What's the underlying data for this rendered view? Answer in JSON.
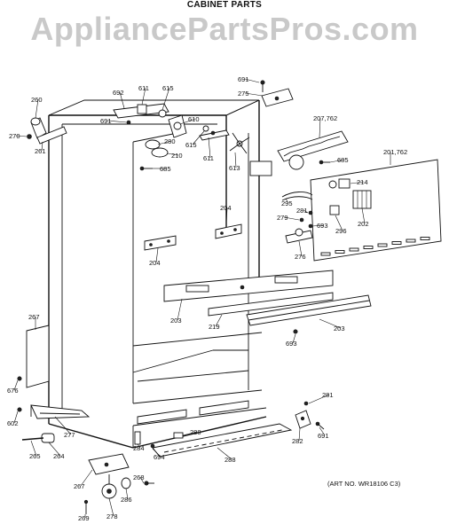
{
  "title": "CABINET PARTS",
  "watermark": "AppliancePartsPros.com",
  "art_no": "(ART NO. WR18106 C3)",
  "labels": {
    "l691a": "691",
    "l275": "275",
    "l692": "692",
    "l611a": "611",
    "l615a": "615",
    "l260": "260",
    "l691b": "691",
    "l610": "610",
    "l207_762": "207,762",
    "l270": "270",
    "l615b": "615",
    "l280": "280",
    "l611b": "611",
    "l261": "261",
    "l210": "210",
    "l613": "613",
    "l685a": "685",
    "l685b": "685",
    "l201_762": "201,762",
    "l214": "214",
    "l295": "295",
    "l204a": "204",
    "l281a": "281",
    "l279": "279",
    "l693a": "693",
    "l296": "296",
    "l202": "202",
    "l204b": "204",
    "l276": "276",
    "l203a": "203",
    "l219": "219",
    "l267a": "267",
    "l203b": "203",
    "l693b": "693",
    "l676": "676",
    "l281b": "281",
    "l602": "602",
    "l277": "277",
    "l282": "282",
    "l691c": "691",
    "l288a": "288",
    "l284": "284",
    "l265": "265",
    "l264": "264",
    "l694": "694",
    "l288b": "288",
    "l267b": "267",
    "l268": "268",
    "l286": "286",
    "l269": "269",
    "l278": "278"
  }
}
